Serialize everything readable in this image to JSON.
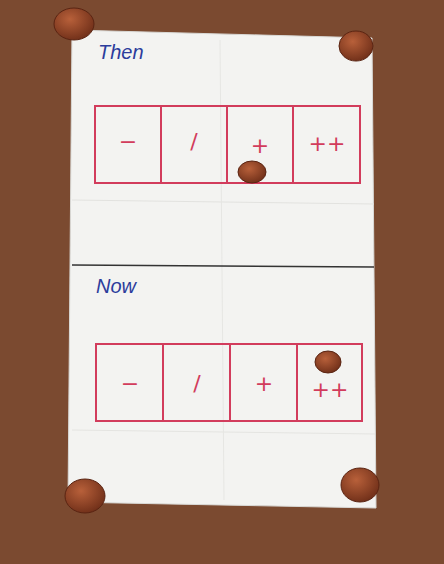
{
  "diagram": {
    "labels": [
      "Then",
      "−",
      "/",
      "+",
      "++",
      "Now",
      "−",
      "/",
      "+",
      "++"
    ]
  }
}
